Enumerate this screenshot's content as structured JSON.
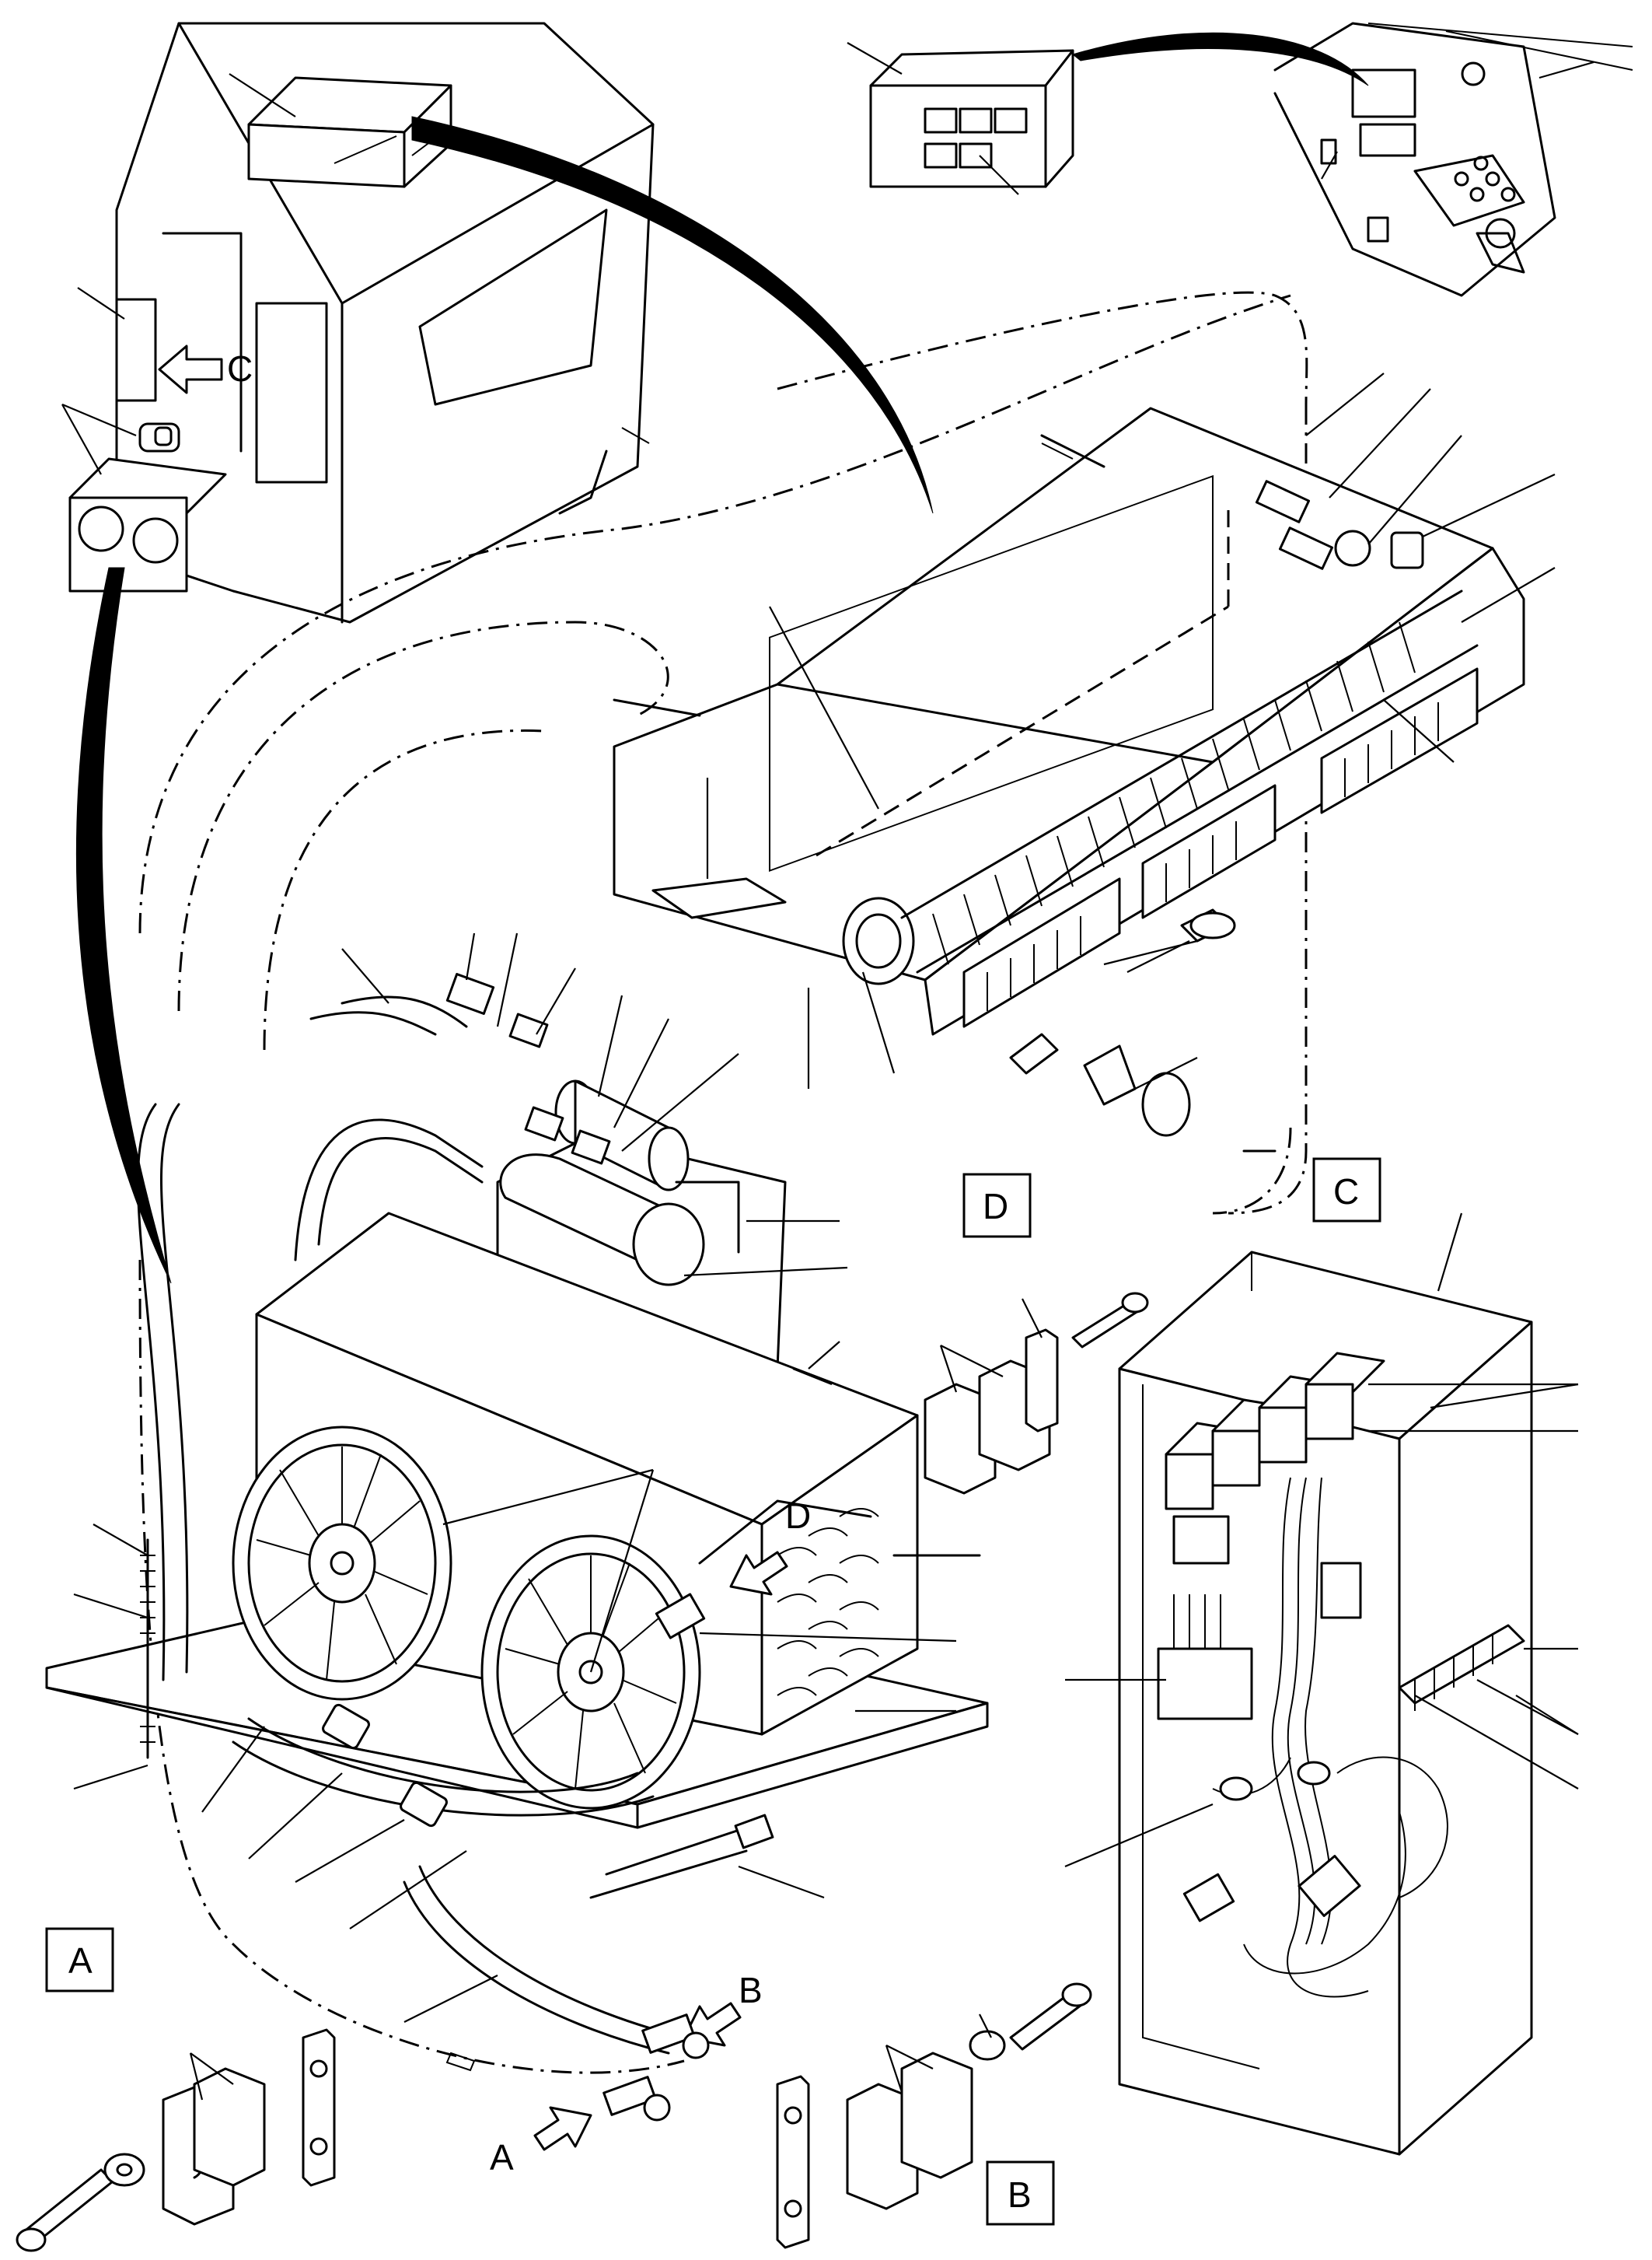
{
  "labels": {
    "view_a": "A",
    "view_b": "B",
    "view_c": "C",
    "view_d": "D",
    "arrow_a": "A",
    "arrow_b": "B",
    "arrow_c": "C",
    "arrow_d": "D"
  },
  "colors": {
    "ink": "#000000",
    "paper": "#ffffff"
  }
}
